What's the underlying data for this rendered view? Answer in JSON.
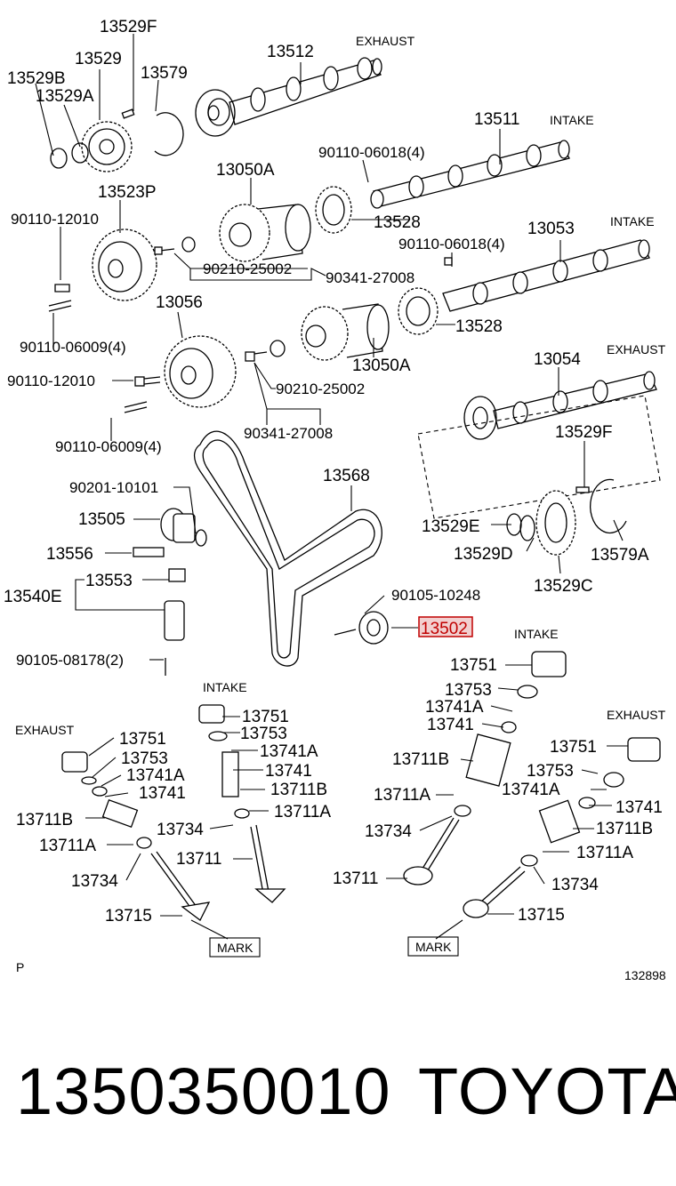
{
  "diagram": {
    "labels": {
      "l13529F_top": "13529F",
      "l13529": "13529",
      "l13529B": "13529B",
      "l13579": "13579",
      "l13529A": "13529A",
      "l13512": "13512",
      "exhaust_top": "EXHAUST",
      "l13511": "13511",
      "intake_top": "INTAKE",
      "l90110_06018_a": "90110-06018(4)",
      "l13050A_top": "13050A",
      "l13523P": "13523P",
      "l13528_top": "13528",
      "l90110_12010_a": "90110-12010",
      "l90110_06018_b": "90110-06018(4)",
      "l13053": "13053",
      "intake_mid": "INTAKE",
      "l90210_25002_a": "90210-25002",
      "l90341_27008_a": "90341-27008",
      "l13056": "13056",
      "l13528_mid": "13528",
      "l90110_06009_a": "90110-06009(4)",
      "l13050A_mid": "13050A",
      "exhaust_mid": "EXHAUST",
      "l13054": "13054",
      "l90110_12010_b": "90110-12010",
      "l90210_25002_b": "90210-25002",
      "l90341_27008_b": "90341-27008",
      "l90110_06009_b": "90110-06009(4)",
      "l13529F_mid": "13529F",
      "l90201_10101": "90201-10101",
      "l13568": "13568",
      "l13505": "13505",
      "l13529E": "13529E",
      "l13556": "13556",
      "l13529D": "13529D",
      "l13579A": "13579A",
      "l13553": "13553",
      "l13540E": "13540E",
      "l13529C": "13529C",
      "l90105_10248": "90105-10248",
      "l13502": "13502",
      "intake_valve_r": "INTAKE",
      "l90105_08178": "90105-08178(2)",
      "r_13751": "13751",
      "intake_valve_c": "INTAKE",
      "r_13753": "13753",
      "r_13741A": "13741A",
      "r_13741": "13741",
      "c_13751": "13751",
      "c_13753": "13753",
      "exhaust_valve_l": "EXHAUST",
      "c_13741A": "13741A",
      "r_13711B": "13711B",
      "exhaust_valve_r": "EXHAUST",
      "l_13751": "13751",
      "c_13741": "13741",
      "rr_13751": "13751",
      "l_13753": "13753",
      "c_13711B": "13711B",
      "rr_13753": "13753",
      "l_13741A": "13741A",
      "r_13711A": "13711A",
      "rr_13741A": "13741A",
      "l_13741": "13741",
      "c_13711A": "13711A",
      "rr_13741": "13741",
      "l_13711B": "13711B",
      "c_13734": "13734",
      "r_13734": "13734",
      "rr_13711B": "13711B",
      "l_13711A": "13711A",
      "c_13711": "13711",
      "rr_13711A": "13711A",
      "l_13734": "13734",
      "r_13711": "13711",
      "rr_13734": "13734",
      "l_13715": "13715",
      "rr_13715": "13715",
      "mark_left": "MARK",
      "mark_right": "MARK",
      "corner_p": "P",
      "figure_number": "132898"
    }
  },
  "footer": {
    "part_number": "1350350010",
    "brand": "TOYOTA"
  },
  "colors": {
    "highlight_border": "#c00000",
    "highlight_fill": "#f2d0d0"
  }
}
